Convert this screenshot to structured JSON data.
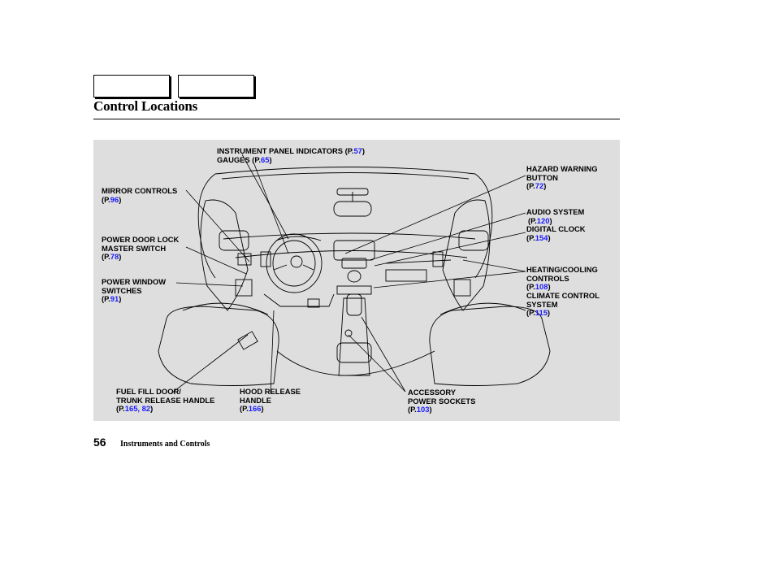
{
  "header": {
    "nav_buttons": [
      {
        "label": ""
      },
      {
        "label": ""
      }
    ],
    "title": "Control Locations"
  },
  "diagram": {
    "labels": {
      "instrument_panel": {
        "line1": "INSTRUMENT PANEL INDICATORS",
        "ref_prefix": "(P.",
        "page": "57",
        "ref_suffix": ")"
      },
      "gauges": {
        "line1": "GAUGES",
        "ref_prefix": "(P.",
        "page": "65",
        "ref_suffix": ")"
      },
      "mirror_controls": {
        "line1": "MIRROR CONTROLS",
        "ref_prefix": "(P.",
        "page": "96",
        "ref_suffix": ")"
      },
      "power_door_lock": {
        "line1": "POWER DOOR LOCK",
        "line2": "MASTER SWITCH",
        "ref_prefix": "(P.",
        "page": "78",
        "ref_suffix": ")"
      },
      "power_window": {
        "line1": "POWER WINDOW",
        "line2": "SWITCHES",
        "ref_prefix": "(P.",
        "page": "91",
        "ref_suffix": ")"
      },
      "fuel_fill": {
        "line1": "FUEL FILL DOOR/",
        "line2": "TRUNK RELEASE HANDLE",
        "ref_prefix": "(P.",
        "page": "165, 82",
        "ref_suffix": ")"
      },
      "hood_release": {
        "line1": "HOOD RELEASE",
        "line2": "HANDLE",
        "ref_prefix": "(P.",
        "page": "166",
        "ref_suffix": ")"
      },
      "accessory": {
        "line1": "ACCESSORY",
        "line2": "POWER SOCKETS",
        "ref_prefix": "(P.",
        "page": "103",
        "ref_suffix": ")"
      },
      "hazard": {
        "line1": "HAZARD WARNING",
        "line2": "BUTTON",
        "ref_prefix": "(P.",
        "page": "72",
        "ref_suffix": ")"
      },
      "audio": {
        "line1": "AUDIO SYSTEM",
        "ref_prefix": "(P.",
        "page": "120",
        "ref_suffix": ")"
      },
      "clock": {
        "line1": "DIGITAL CLOCK",
        "ref_prefix": "(P.",
        "page": "154",
        "ref_suffix": ")"
      },
      "heating": {
        "line1": "HEATING/COOLING",
        "line2": "CONTROLS",
        "ref_prefix": "(P.",
        "page": "108",
        "ref_suffix": ")"
      },
      "climate": {
        "line1": "CLIMATE CONTROL",
        "line2": "SYSTEM",
        "ref_prefix": "(P.",
        "page": "115",
        "ref_suffix": ")"
      }
    },
    "colors": {
      "link": "#1a1aff",
      "panel_bg": "#dedede"
    }
  },
  "footer": {
    "page_number": "56",
    "section": "Instruments and Controls"
  }
}
